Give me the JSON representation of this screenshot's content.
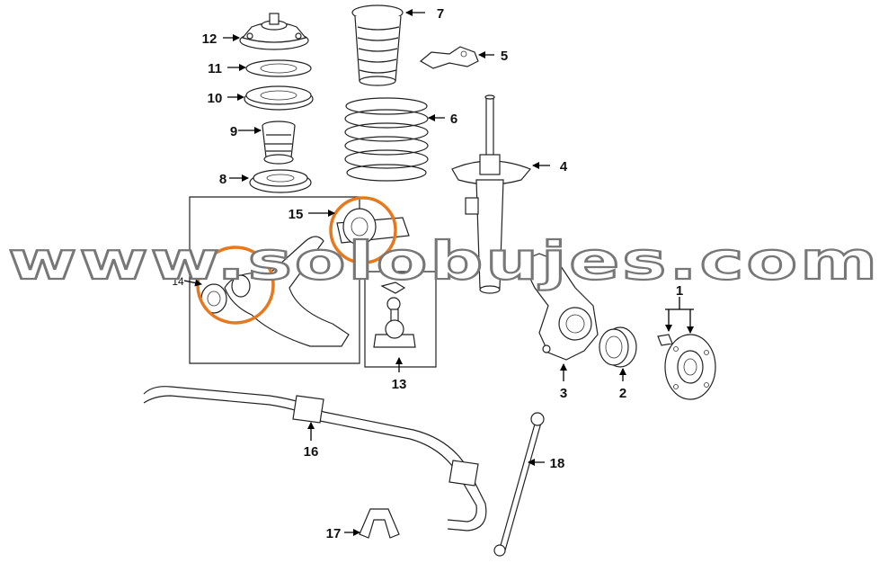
{
  "watermark": "www.solobujes.com",
  "colors": {
    "highlight": "#e8781e",
    "line": "#222222",
    "watermark_stroke": "#777777"
  },
  "callouts": {
    "c1": "1",
    "c2": "2",
    "c3": "3",
    "c4": "4",
    "c5": "5",
    "c6": "6",
    "c7": "7",
    "c8": "8",
    "c9": "9",
    "c10": "10",
    "c11": "11",
    "c12": "12",
    "c13": "13",
    "c14": "14",
    "c15": "15",
    "c16": "16",
    "c17": "17",
    "c18": "18"
  }
}
